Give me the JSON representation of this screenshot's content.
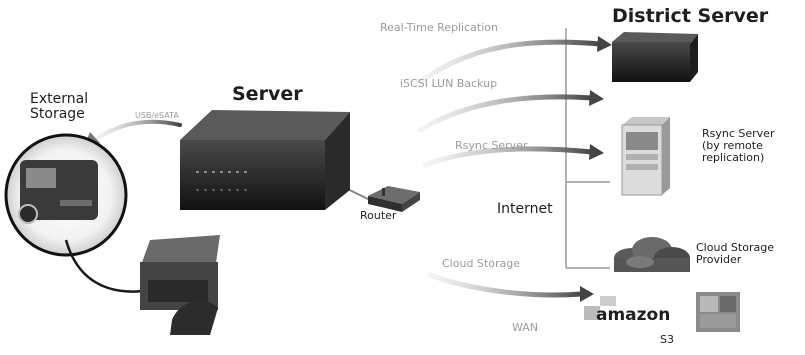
{
  "diagram": {
    "labels": {
      "district_server": "District Server",
      "server": "Server",
      "external_storage": "External\nStorage",
      "router": "Router",
      "internet": "Internet",
      "rsync_server": "Rsync Server\n(by remote\nreplication)",
      "cloud_storage_provider": "Cloud Storage\nProvider",
      "s3": "S3",
      "amazon": "amazon"
    },
    "connections": {
      "real_time_replication": "Real-Time Replication",
      "iscsi_lun_backup": "iSCSI LUN Backup",
      "rsync_server_link": "Rsync Server",
      "cloud_storage": "Cloud Storage",
      "wan": "WAN",
      "usb_esata": "USB/eSATA"
    }
  }
}
